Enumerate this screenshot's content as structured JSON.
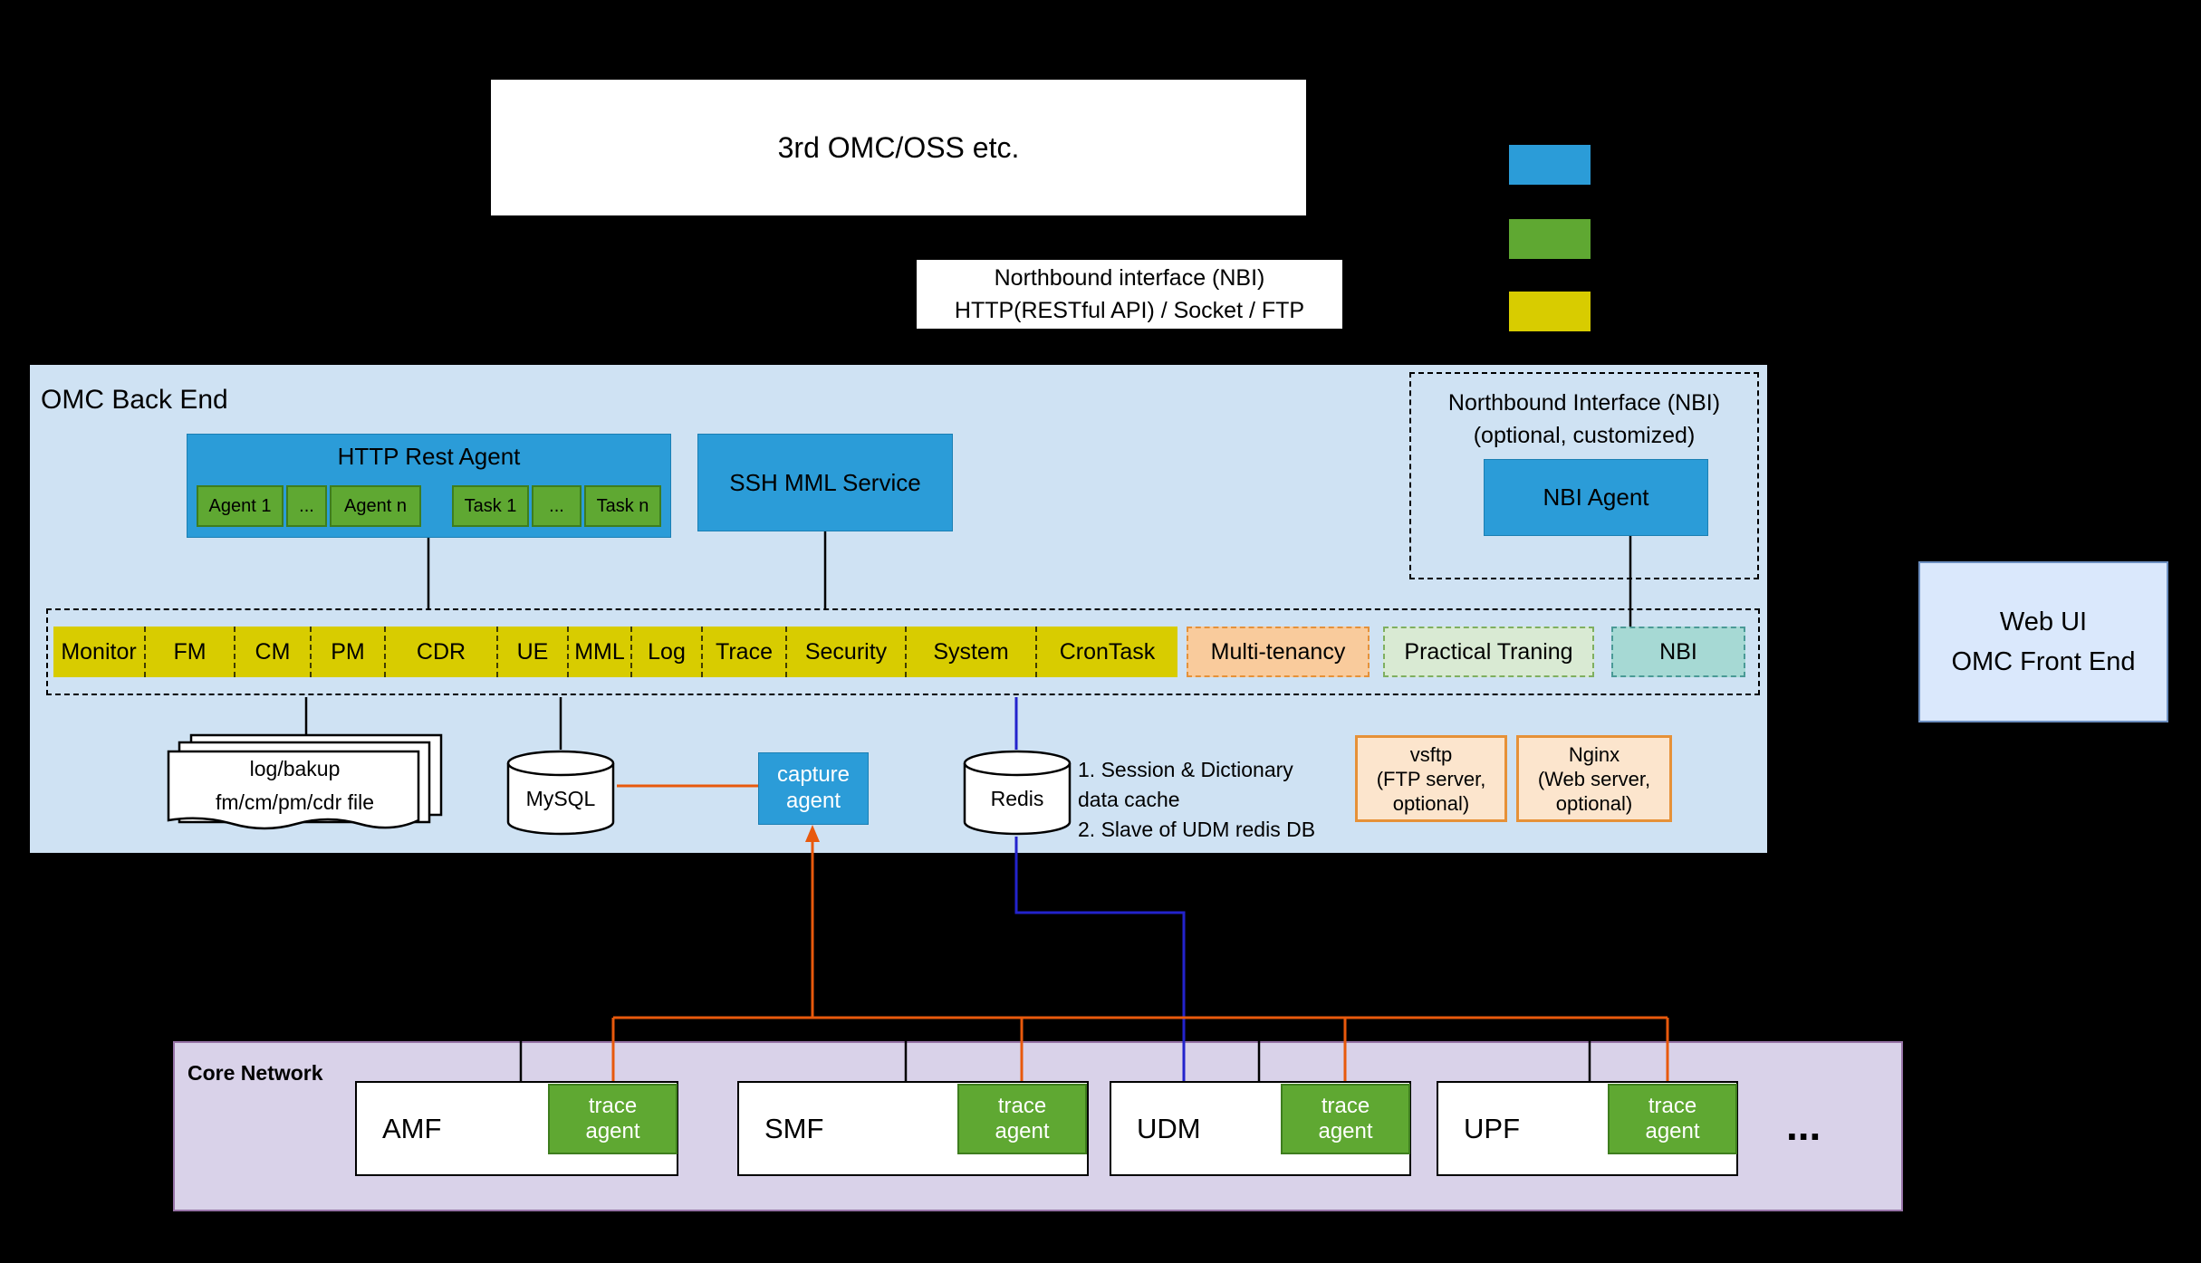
{
  "colors": {
    "blue": "#2B9CD8",
    "green": "#5FA832",
    "yellow": "#D8CC00",
    "peach_fill": "#FCE5CD",
    "peach_border": "#E69138",
    "light_green_fill": "#D9EAD3",
    "teal_fill": "#A6D9D4",
    "omc_bg": "#CFE2F3",
    "core_bg": "#D9D2E9",
    "webui_bg": "#DAE8FC",
    "orange_line": "#E8590C",
    "blue_line": "#2323CC"
  },
  "top_box": {
    "label": "3rd OMC/OSS etc."
  },
  "legend": {
    "swatches": [
      {
        "name": "blue-swatch",
        "color": "#2B9CD8"
      },
      {
        "name": "green-swatch",
        "color": "#5FA832"
      },
      {
        "name": "yellow-swatch",
        "color": "#D8CC00"
      }
    ]
  },
  "nbi_banner": {
    "line1": "Northbound interface (NBI)",
    "line2": "HTTP(RESTful API) / Socket / FTP"
  },
  "omc": {
    "title": "OMC Back End",
    "http_rest_agent": {
      "title": "HTTP Rest Agent",
      "cells": [
        "Agent 1",
        "...",
        "Agent n",
        "Task 1",
        "...",
        "Task n"
      ]
    },
    "ssh_mml": {
      "label": "SSH MML Service"
    },
    "nbi_group": {
      "line1": "Northbound Interface (NBI)",
      "line2": "(optional, customized)",
      "agent_label": "NBI Agent"
    },
    "modules": [
      "Monitor",
      "FM",
      "CM",
      "PM",
      "CDR",
      "UE",
      "MML",
      "Log",
      "Trace",
      "Security",
      "System",
      "CronTask"
    ],
    "multi_tenancy": "Multi-tenancy",
    "practical_traning": "Practical Traning",
    "nbi_module": "NBI",
    "log_stack": {
      "line1": "log/bakup",
      "line2": "fm/cm/pm/cdr file"
    },
    "mysql": {
      "label": "MySQL"
    },
    "capture_agent": {
      "line1": "capture",
      "line2": "agent"
    },
    "redis": {
      "label": "Redis"
    },
    "redis_note": {
      "line1": "1. Session & Dictionary",
      "line2": "data cache",
      "line3": "2. Slave of UDM redis DB"
    },
    "vsftp": {
      "line1": "vsftp",
      "line2": "(FTP server,",
      "line3": "optional)"
    },
    "nginx": {
      "line1": "Nginx",
      "line2": "(Web server,",
      "line3": "optional)"
    }
  },
  "web_ui": {
    "line1": "Web UI",
    "line2": "OMC Front End"
  },
  "core_network": {
    "title": "Core Network",
    "nodes": [
      {
        "name": "AMF",
        "agent_line1": "trace",
        "agent_line2": "agent"
      },
      {
        "name": "SMF",
        "agent_line1": "trace",
        "agent_line2": "agent"
      },
      {
        "name": "UDM",
        "agent_line1": "trace",
        "agent_line2": "agent"
      },
      {
        "name": "UPF",
        "agent_line1": "trace",
        "agent_line2": "agent"
      }
    ],
    "ellipsis": "..."
  }
}
